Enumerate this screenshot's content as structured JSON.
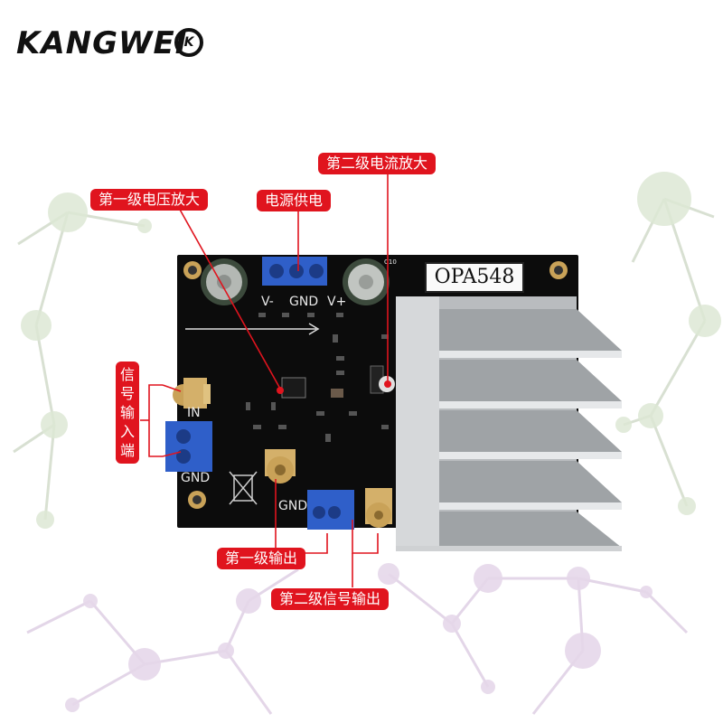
{
  "brand": {
    "logo_text": "KANGWEI",
    "logo_mark": "K"
  },
  "board": {
    "chip_label": "OPA548",
    "silkscreen": {
      "v_minus": "V-",
      "gnd_top": "GND",
      "v_plus": "V+",
      "in": "IN",
      "gnd_left": "GND",
      "gnd_bottom": "GND",
      "c10": "C10"
    }
  },
  "callouts": {
    "second_stage_current_amp": "第二级电流放大",
    "first_stage_voltage_amp": "第一级电压放大",
    "power_supply": "电源供电",
    "signal_input": [
      "信",
      "号",
      "输",
      "入",
      "端"
    ],
    "first_stage_output": "第一级输出",
    "second_stage_signal_output": "第二级信号输出"
  },
  "colors": {
    "callout_red": "#e0141e",
    "pcb_black": "#0c0c0c",
    "terminal_blue": "#2f5fc9",
    "heatsink_silver": "#b9bcbf"
  }
}
